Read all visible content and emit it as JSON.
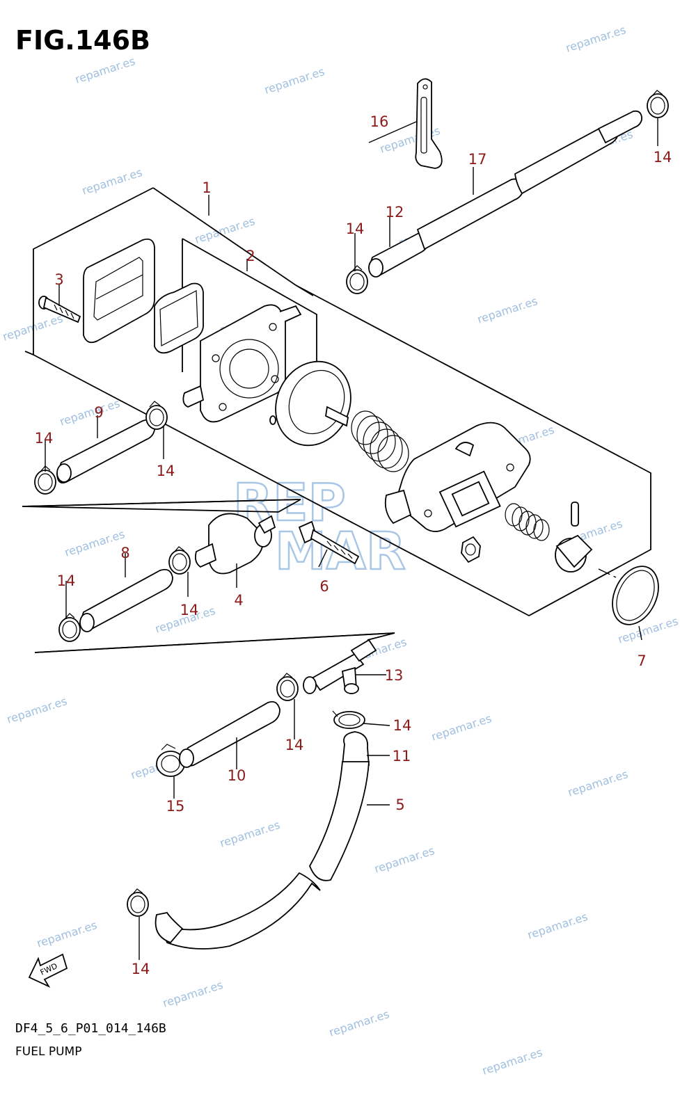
{
  "figure": {
    "title": "FIG.146B",
    "code": "DF4_5_6_P01_014_146B",
    "name": "FUEL PUMP",
    "fwd_label": "FWD"
  },
  "watermark": {
    "text": "repamar.es",
    "logo_top": "REP",
    "logo_bottom": "MAR"
  },
  "callouts": {
    "c1": "1",
    "c2": "2",
    "c3": "3",
    "c4": "4",
    "c5": "5",
    "c6": "6",
    "c7": "7",
    "c8": "8",
    "c9": "9",
    "c10": "10",
    "c11": "11",
    "c12": "12",
    "c13": "13",
    "c14": "14",
    "c15": "15",
    "c16": "16",
    "c17": "17"
  },
  "colors": {
    "callout": "#8b1a1a",
    "watermark": "#9fbfe0",
    "line": "#000000"
  }
}
